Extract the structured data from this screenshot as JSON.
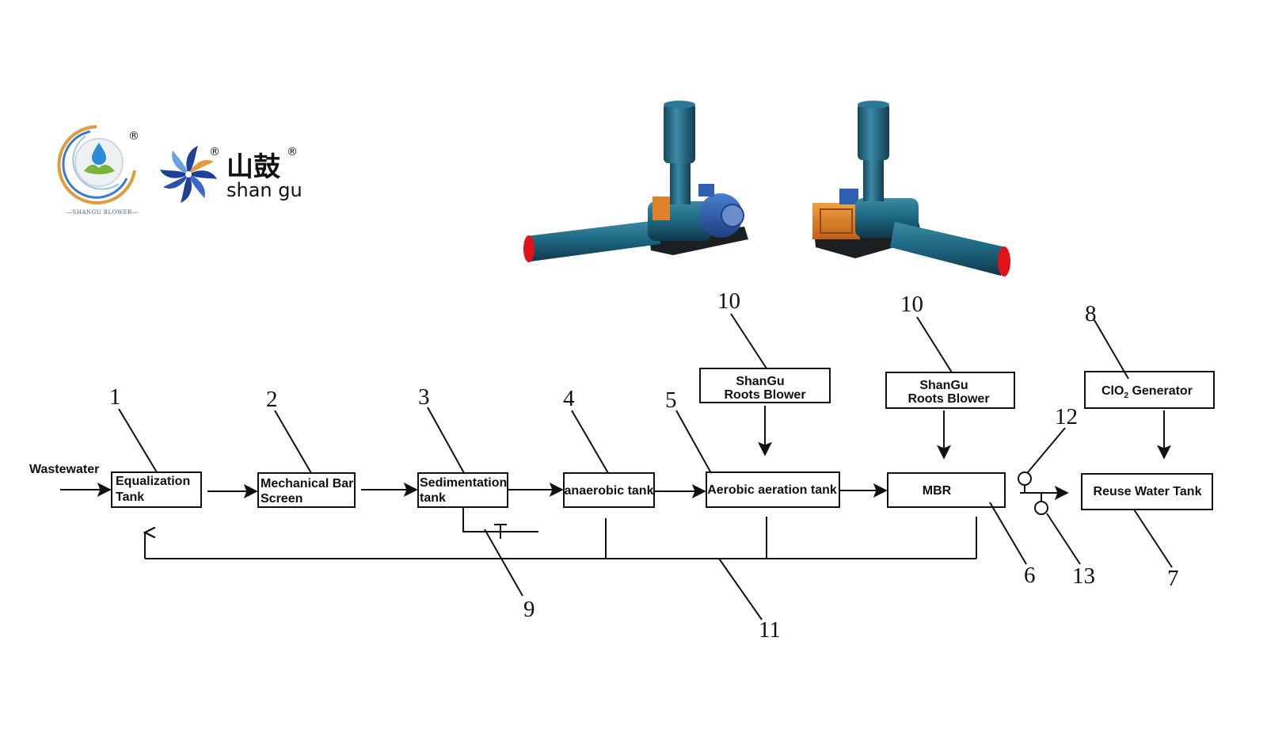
{
  "branding": {
    "ring_caption": "—SHANGU BLOWER—",
    "chinese_name": "山鼓",
    "english_name": "shan gu",
    "registered_mark": "®"
  },
  "colors": {
    "blower_body": "#1e6a85",
    "blower_dark": "#144a5e",
    "motor_blue": "#2f5fb0",
    "base_orange": "#e0822a",
    "flange_red": "#e0121a",
    "brand_blue": "#1f3f9a",
    "leaf_green": "#7bb23a",
    "ring_orange": "#e39a3a"
  },
  "diagram": {
    "input_label": "Wastewater",
    "units": [
      {
        "id": "u1",
        "line1": "Equalization",
        "line2": "Tank",
        "callout": "1"
      },
      {
        "id": "u2",
        "line1": "Mechanical Bar",
        "line2": "Screen",
        "callout": "2"
      },
      {
        "id": "u3",
        "line1": "Sedimentation",
        "line2": "tank",
        "callout": "3"
      },
      {
        "id": "u4",
        "line1": "anaerobic tank",
        "line2": "",
        "callout": "4"
      },
      {
        "id": "u5",
        "line1": "Aerobic aeration tank",
        "line2": "",
        "callout": "5"
      },
      {
        "id": "u6",
        "line1": "MBR",
        "line2": "",
        "callout": "6"
      },
      {
        "id": "u7",
        "line1": "Reuse Water Tank",
        "line2": "",
        "callout": "7"
      }
    ],
    "aux": [
      {
        "id": "b1",
        "line1": "ShanGu",
        "line2": "Roots Blower",
        "callout": "10"
      },
      {
        "id": "b2",
        "line1": "ShanGu",
        "line2": "Roots Blower",
        "callout": "10"
      },
      {
        "id": "g1",
        "line1": "ClO",
        "subscript": "2",
        "line1_rest": " Generator",
        "callout": "8"
      }
    ],
    "other_callouts": {
      "sludge_valve": "9",
      "return_line": "11",
      "pump_top": "12",
      "pump_bottom": "13"
    }
  }
}
